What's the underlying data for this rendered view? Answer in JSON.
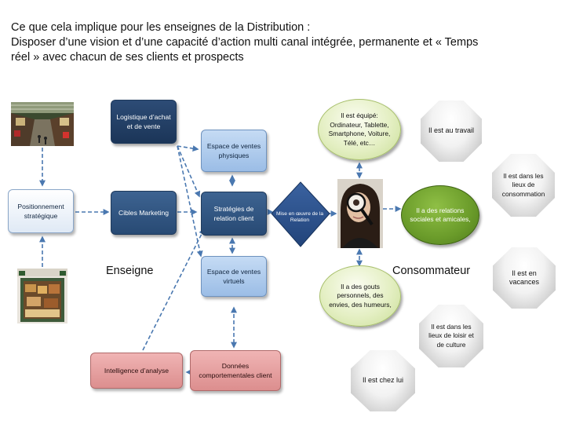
{
  "title": {
    "line1": "Ce que cela implique pour les enseignes de la Distribution :",
    "line2": "Disposer d’une vision et d’une capacité d’action multi canal intégrée, permanente et « Temps",
    "line3": "réel » avec chacun de ses clients et prospects"
  },
  "enseigne": {
    "label": "Enseigne",
    "logistique": "Logistique d’achat et de vente",
    "positionnement": "Positionnement stratégique",
    "cibles": "Cibles Marketing",
    "espace_physiques": "Espace de ventes physiques",
    "strategies": "Stratégies de relation client",
    "espace_virtuels": "Espace de ventes virtuels",
    "intelligence": "Intelligence d’analyse",
    "donnees": "Données comportementales client",
    "mise_en_oeuvre": "Mise en œuvre de la Relation"
  },
  "consommateur": {
    "label": "Consommateur",
    "equipe": "Il est équipé: Ordinateur, Tablette, Smartphone, Voiture, Télé, etc…",
    "relations": "Il a des relations sociales et amicales,",
    "gouts": "Il a des gouts personnels, des envies, des humeurs,",
    "travail": "Il est au travail",
    "lieux_consommation": "Il est dans les lieux de consommation",
    "vacances": "Il est en vacances",
    "loisir": "Il est dans les lieux de loisir et de culture",
    "chez_lui": "Il est chez lui"
  },
  "colors": {
    "dark_blue": "#2f5583",
    "light_blue": "#aac8ec",
    "arrow": "#4a78b0",
    "pink": "#e4a2a2",
    "green_dark": "#6a9b2a",
    "green_light": "#e4efc3"
  }
}
